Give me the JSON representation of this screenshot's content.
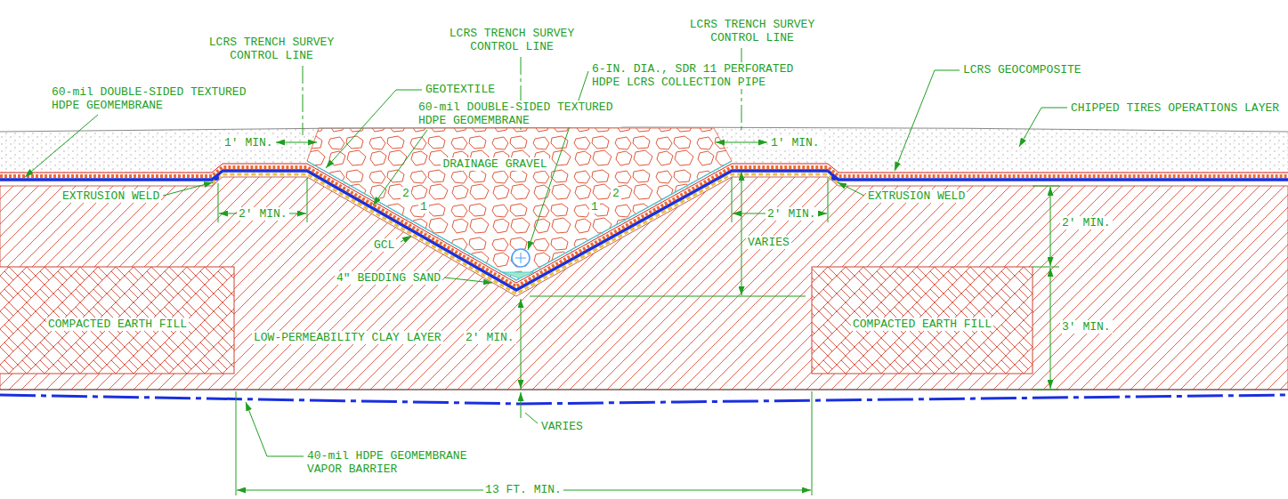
{
  "diagram": {
    "labels": [
      "LCRS TRENCH SURVEY CONTROL LINE",
      "LCRS TRENCH SURVEY CONTROL LINE",
      "LCRS TRENCH SURVEY CONTROL LINE",
      "60-mil DOUBLE-SIDED TEXTURED HDPE GEOMEMBRANE",
      "GEOTEXTILE",
      "6-IN. DIA., SDR 11 PERFORATED HDPE LCRS COLLECTION PIPE",
      "60-mil DOUBLE-SIDED TEXTURED HDPE GEOMEMBRANE",
      "LCRS GEOCOMPOSITE",
      "CHIPPED TIRES OPERATIONS LAYER",
      "1' MIN.",
      "1' MIN.",
      "DRAINAGE GRAVEL",
      "EXTRUSION WELD",
      "EXTRUSION WELD",
      "2",
      "1",
      "2",
      "1",
      "2' MIN.",
      "2' MIN.",
      "2' MIN.",
      "VARIES",
      "GCL",
      "4\" BEDDING SAND",
      "COMPACTED EARTH FILL",
      "LOW-PERMEABILITY CLAY LAYER",
      "2' MIN.",
      "COMPACTED EARTH FILL",
      "3' MIN.",
      "VARIES",
      "40-mil HDPE GEOMEMBRANE VAPOR BARRIER",
      "13 FT. MIN."
    ]
  }
}
